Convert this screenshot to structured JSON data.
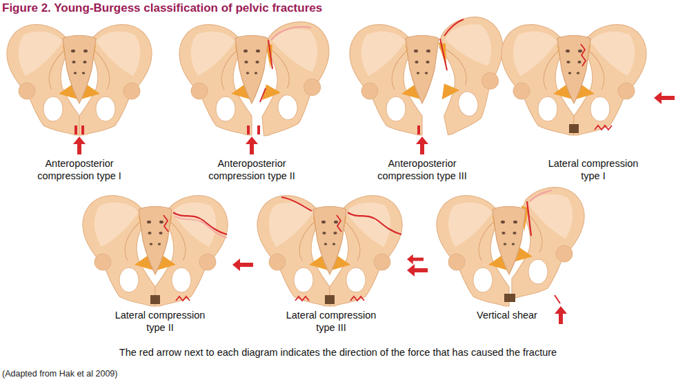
{
  "diagram": {
    "title": "Figure 2. Young-Burgess classification of pelvic fractures",
    "caption": "The red arrow next to each diagram indicates the direction of the force that has caused the fracture",
    "labels": [
      "Anteroposterior compression type I",
      "Anteroposterior compression type II",
      "Anteroposterior compression type III",
      "Lateral compression type I",
      "Lateral compression type II",
      "Lateral compression type III",
      "Vertical shear",
      "(Adapted from Hak et al 2009)"
    ]
  }
}
